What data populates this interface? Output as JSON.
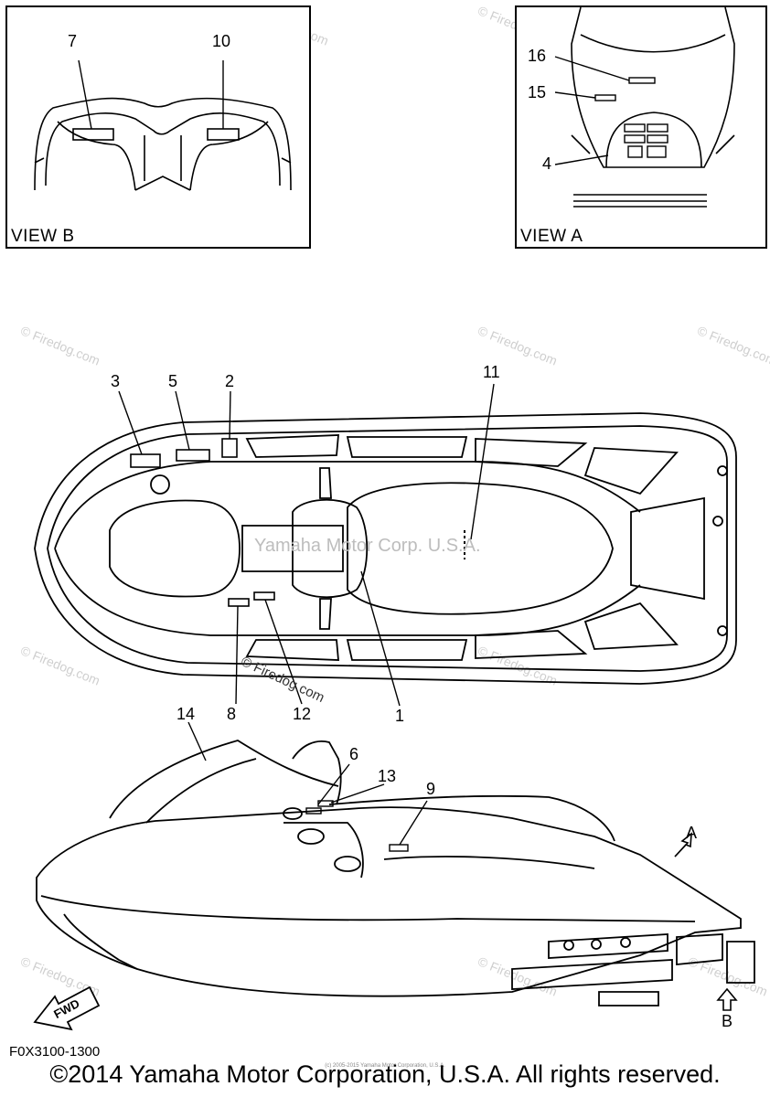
{
  "views": {
    "view_b_label": "VIEW B",
    "view_a_label": "VIEW A"
  },
  "callouts": {
    "c7": "7",
    "c10": "10",
    "c16": "16",
    "c15": "15",
    "c4": "4",
    "c3": "3",
    "c5": "5",
    "c2": "2",
    "c11": "11",
    "c8": "8",
    "c12": "12",
    "c1": "1",
    "c14": "14",
    "c6": "6",
    "c13": "13",
    "c9": "9",
    "cA": "A",
    "cB": "B"
  },
  "watermarks": {
    "center": "Yamaha Motor Corp. U.S.A.",
    "firedog": "© Firedog.com"
  },
  "fwd_label": "FWD",
  "drawing_code": "F0X3100-1300",
  "copyright": "©2014 Yamaha Motor Corporation, U.S.A. All rights reserved.",
  "fine_print": "(c) 2005-2015 Yamaha Motor Corporation, U.S.A."
}
